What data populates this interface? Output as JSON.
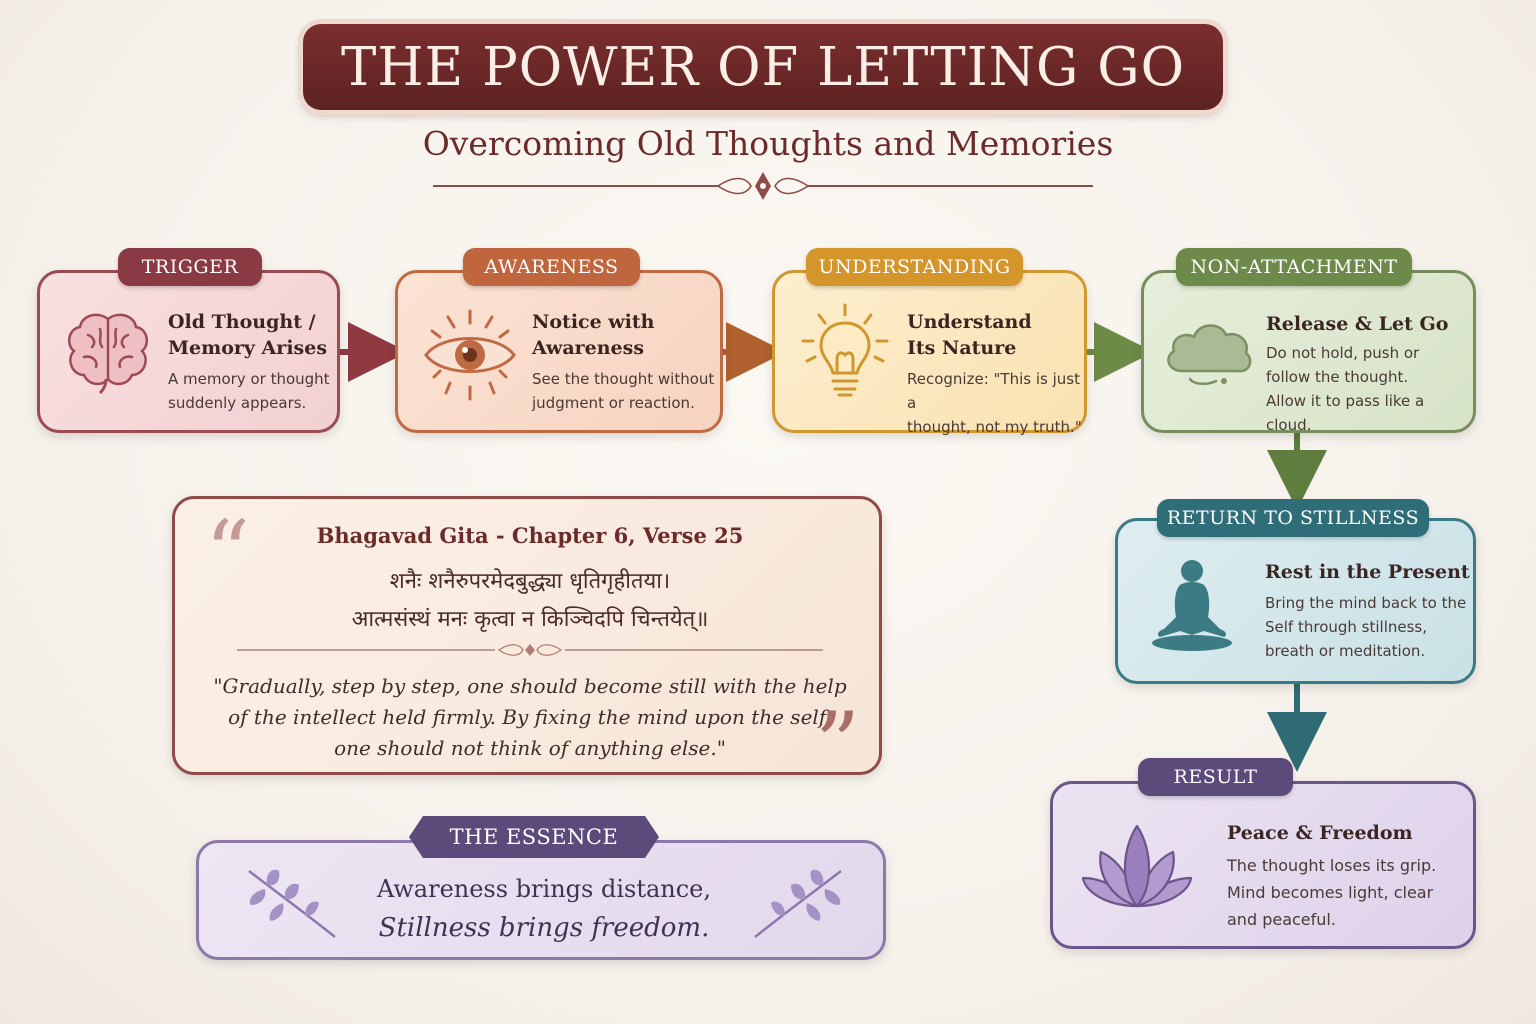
{
  "header": {
    "title": "THE POWER OF LETTING GO",
    "subtitle": "Overcoming Old Thoughts and Memories"
  },
  "steps": [
    {
      "tag": "TRIGGER",
      "title_line1": "Old Thought /",
      "title_line2": "Memory Arises",
      "desc_line1": "A memory or thought",
      "desc_line2": "suddenly appears.",
      "icon": "brain-icon",
      "color": "#9b4b52"
    },
    {
      "tag": "AWARENESS",
      "title_line1": "Notice with",
      "title_line2": "Awareness",
      "desc_line1": "See the thought without",
      "desc_line2": "judgment or reaction.",
      "icon": "eye-icon",
      "color": "#c06a44"
    },
    {
      "tag": "UNDERSTANDING",
      "title_line1": "Understand",
      "title_line2": "Its Nature",
      "desc_line1": "Recognize: \"This is just a",
      "desc_line2": "thought, not my truth.\"",
      "icon": "lightbulb-icon",
      "color": "#d1972f"
    },
    {
      "tag": "NON-ATTACHMENT",
      "title_line1": "Release & Let Go",
      "desc_line1": "Do not hold, push or",
      "desc_line2": "follow the thought.",
      "desc_line3": "Allow it to pass like a cloud.",
      "icon": "cloud-icon",
      "color": "#768e5d"
    },
    {
      "tag": "RETURN TO STILLNESS",
      "title_line1": "Rest in the Present",
      "desc_line1": "Bring the mind back to the",
      "desc_line2": "Self through stillness,",
      "desc_line3": "breath or meditation.",
      "icon": "meditation-icon",
      "color": "#3a7a84"
    },
    {
      "tag": "RESULT",
      "title_line1": "Peace & Freedom",
      "desc_line1": "The thought loses its grip.",
      "desc_line2": "Mind becomes light, clear",
      "desc_line3": "and peaceful.",
      "icon": "lotus-icon",
      "color": "#6b558a"
    }
  ],
  "quote": {
    "source": "Bhagavad Gita - Chapter 6, Verse 25",
    "sanskrit_line1": "शनैः शनैरुपरमेदबुद्ध्या धृतिगृहीतया।",
    "sanskrit_line2": "आत्मसंस्थं मनः कृत्वा न किञ्चिदपि चिन्तयेत्॥",
    "translation_line1": "\"Gradually, step by step, one should become still with the help",
    "translation_line2": "of the intellect held firmly. By fixing the mind upon the self,",
    "translation_line3": "one should not think of anything else.\"",
    "open_mark": "“",
    "close_mark": "”"
  },
  "essence": {
    "tag": "THE ESSENCE",
    "line1": "Awareness brings distance,",
    "line2": "Stillness brings freedom."
  }
}
